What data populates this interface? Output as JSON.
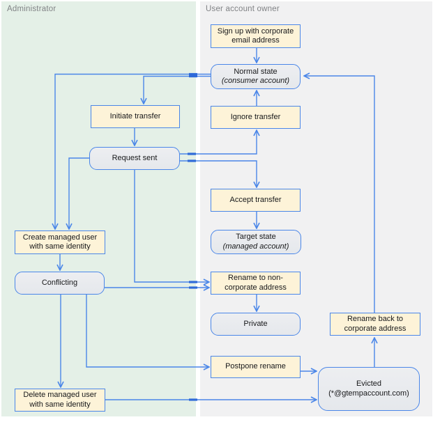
{
  "lanes": {
    "administrator": "Administrator",
    "user": "User account owner"
  },
  "colors": {
    "admin_lane_bg": "#e4f0e7",
    "user_lane_bg": "#f1f1f2",
    "action_fill": "#fdf3d8",
    "state_fill": "#e8eaed",
    "line_blue": "#4a86e8"
  },
  "nodes": {
    "signup": {
      "line1": "Sign up with corporate",
      "line2": "email address"
    },
    "normal": {
      "line1": "Normal state",
      "line2": "(consumer account)"
    },
    "initiate": {
      "line1": "Initiate transfer"
    },
    "ignore": {
      "line1": "Ignore transfer"
    },
    "request": {
      "line1": "Request sent"
    },
    "accept": {
      "line1": "Accept transfer"
    },
    "target": {
      "line1": "Target state",
      "line2": "(managed account)"
    },
    "create": {
      "line1": "Create managed user",
      "line2": "with same identity"
    },
    "conflicting": {
      "line1": "Conflicting"
    },
    "rename_non": {
      "line1": "Rename to non-",
      "line2": "corporate address"
    },
    "private": {
      "line1": "Private"
    },
    "rename_back": {
      "line1": "Rename back to",
      "line2": "corporate address"
    },
    "postpone": {
      "line1": "Postpone rename"
    },
    "evicted": {
      "line1": "Evicted",
      "line2": "(*@gtempaccount.com)"
    },
    "delete": {
      "line1": "Delete managed user",
      "line2": "with same identity"
    }
  }
}
